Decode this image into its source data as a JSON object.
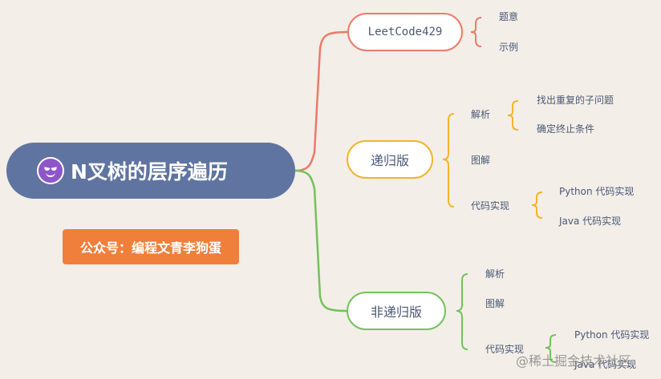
{
  "root": {
    "icon": "devil-face-icon",
    "title": "N叉树的层序遍历"
  },
  "tag": {
    "label": "公众号：编程文青李狗蛋"
  },
  "branches": {
    "leetcode": {
      "label": "LeetCode429",
      "children": [
        "题意",
        "示例"
      ]
    },
    "recursive": {
      "label": "递归版",
      "analysis": {
        "label": "解析",
        "children": [
          "找出重复的子问题",
          "确定终止条件"
        ]
      },
      "diagram": "图解",
      "code": {
        "label": "代码实现",
        "children": [
          "Python 代码实现",
          "Java 代码实现"
        ]
      }
    },
    "nonrecursive": {
      "label": "非递归版",
      "analysis": "解析",
      "diagram": "图解",
      "code": {
        "label": "代码实现",
        "children": [
          "Python 代码实现",
          "Java 代码实现"
        ]
      }
    }
  },
  "watermark": "@稀土掘金技术社区",
  "colors": {
    "red": "#ec7a6a",
    "yellow": "#f1b52c",
    "green": "#74c25c",
    "root": "#5f74a0",
    "tag": "#f07f3c"
  }
}
